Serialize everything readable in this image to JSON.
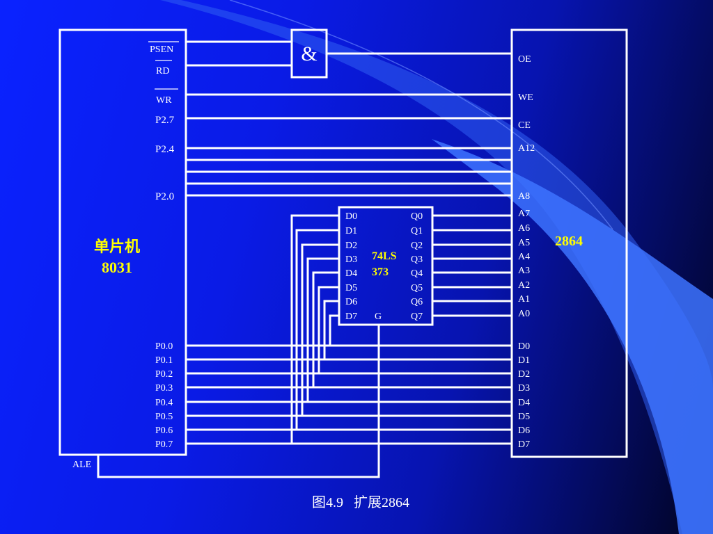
{
  "cpu": {
    "name_cn": "单片机",
    "name_num": "8031",
    "control_pins": [
      "PSEN",
      "RD",
      "WR"
    ],
    "port2_pins": [
      "P2.7",
      "P2.4",
      "P2.0"
    ],
    "port0_pins": [
      "P0.0",
      "P0.1",
      "P0.2",
      "P0.3",
      "P0.4",
      "P0.5",
      "P0.6",
      "P0.7"
    ],
    "ale": "ALE"
  },
  "and_gate": {
    "symbol": "&"
  },
  "latch": {
    "name_line1": "74LS",
    "name_line2": "373",
    "d_pins": [
      "D0",
      "D1",
      "D2",
      "D3",
      "D4",
      "D5",
      "D6",
      "D7"
    ],
    "q_pins": [
      "Q0",
      "Q1",
      "Q2",
      "Q3",
      "Q4",
      "Q5",
      "Q6",
      "Q7"
    ],
    "gate_pin": "G"
  },
  "eeprom": {
    "name": "2864",
    "control_pins": [
      "OE",
      "WE",
      "CE"
    ],
    "high_addr_pins": [
      "A12",
      "A8"
    ],
    "low_addr_pins": [
      "A7",
      "A6",
      "A5",
      "A4",
      "A3",
      "A2",
      "A1",
      "A0"
    ],
    "data_pins": [
      "D0",
      "D1",
      "D2",
      "D3",
      "D4",
      "D5",
      "D6",
      "D7"
    ]
  },
  "caption": "图4.9   扩展2864",
  "colors": {
    "wire": "#ffffff",
    "highlight": "#ffff00",
    "curve": "#3b6cf6"
  }
}
